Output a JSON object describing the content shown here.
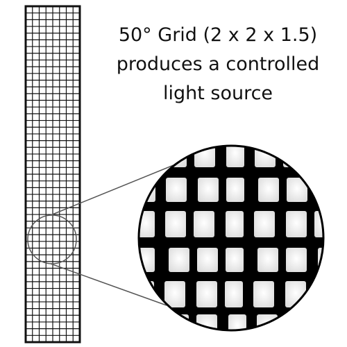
{
  "caption": {
    "line1": "50° Grid (2 x 2 x 1.5)",
    "line2": "produces a controlled",
    "line3": "light source"
  },
  "colors": {
    "background": "#ffffff",
    "grid_line": "#111111",
    "connector_line": "#555555",
    "magnifier_fabric": "#000000",
    "magnifier_cell": "#f2f2f2"
  },
  "illustration": {
    "panel": "narrow vertical grid panel",
    "zoom": "circular magnified close-up of the grid fabric"
  }
}
